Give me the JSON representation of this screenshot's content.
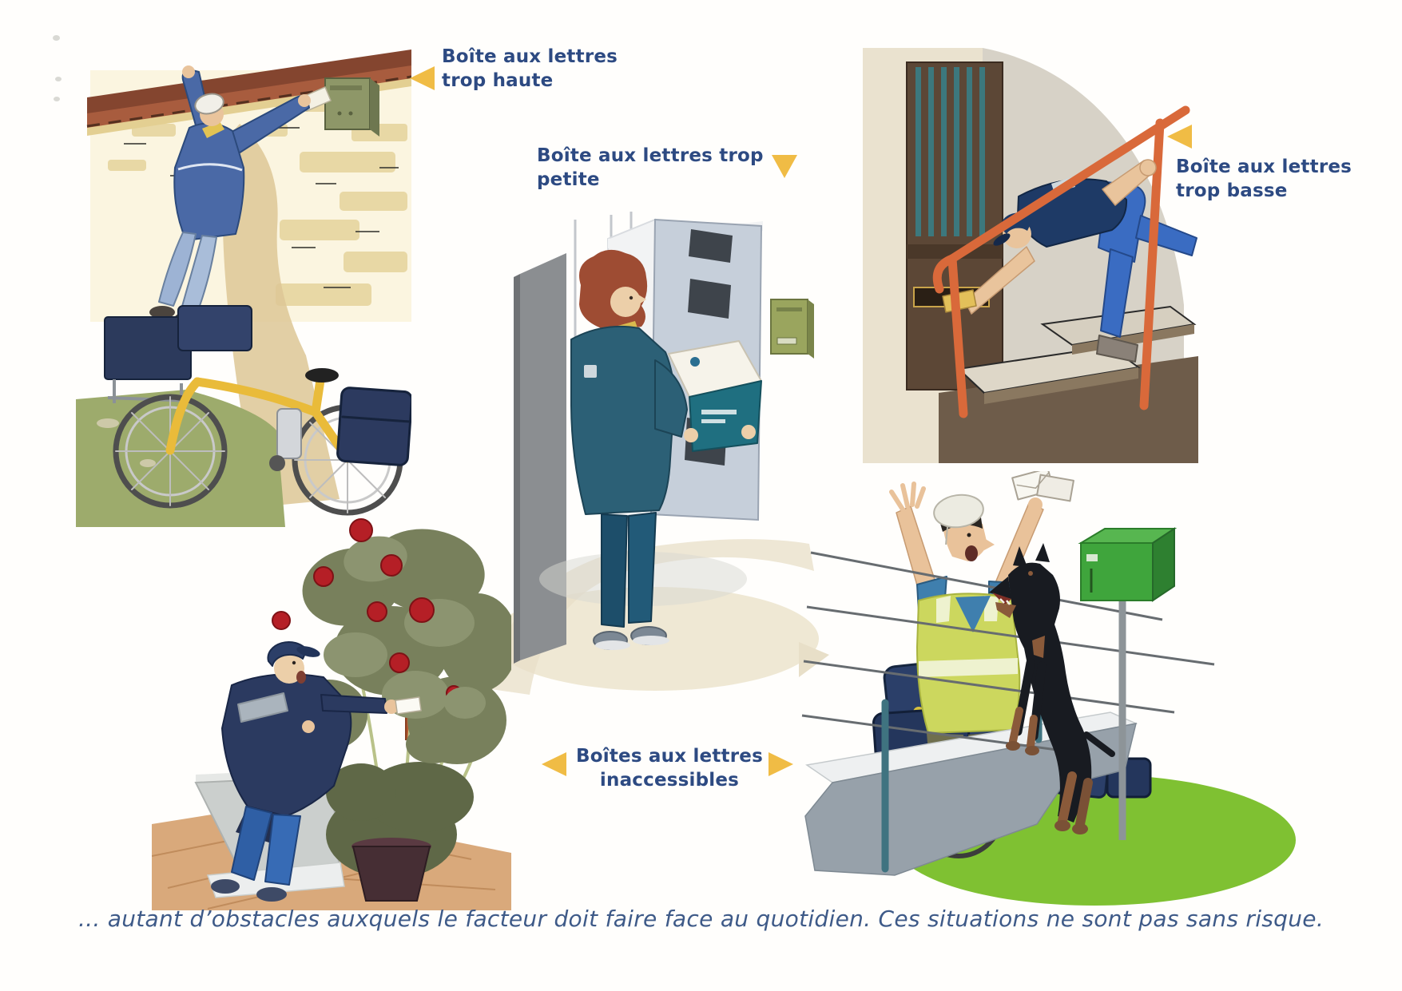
{
  "annotations": {
    "trop_haute": {
      "line1": "Boîte aux lettres",
      "line2": "trop haute"
    },
    "trop_petite": {
      "line1": "Boîte aux lettres trop",
      "line2": "petite"
    },
    "trop_basse": {
      "line1": "Boîte aux lettres",
      "line2": "trop basse"
    },
    "inaccessibles": {
      "line1": "Boîtes aux lettres",
      "line2": "inaccessibles"
    }
  },
  "caption": {
    "text": "... autant d’obstacles auxquels le facteur doit faire face au quotidien. Ces situations ne sont pas sans risque."
  },
  "icons": {
    "arrow_left": "triangle-pointing-left",
    "arrow_right": "triangle-pointing-right",
    "arrow_down": "triangle-pointing-down"
  },
  "illustrations": [
    {
      "name": "postman-on-bicycle-reaching-high-mailbox"
    },
    {
      "name": "postwoman-with-parcel-too-small-mailbox"
    },
    {
      "name": "postman-bending-under-handrail-low-letter-slot"
    },
    {
      "name": "postman-reaching-through-rose-bush"
    },
    {
      "name": "postman-scared-by-jumping-dog-near-mailbox"
    }
  ],
  "colors": {
    "label_text": "#2d4a82",
    "caption_text": "#3e5a88",
    "arrow_yellow": "#f0bc45",
    "mailbox_olive_green": "#8e9768",
    "mailbox_bright_green": "#3fa53c",
    "mailbox_brick_red": "#b3582f",
    "bike_yellow": "#e9bb3a",
    "handrail_orange": "#d9693a",
    "postal_blue": "#4a69a6",
    "bag_navy": "#2b3a5f",
    "hivis_vest": "#ccd75e",
    "grass_green": "#7fc132",
    "rose_red": "#b51f26",
    "dog_black": "#181b21"
  }
}
